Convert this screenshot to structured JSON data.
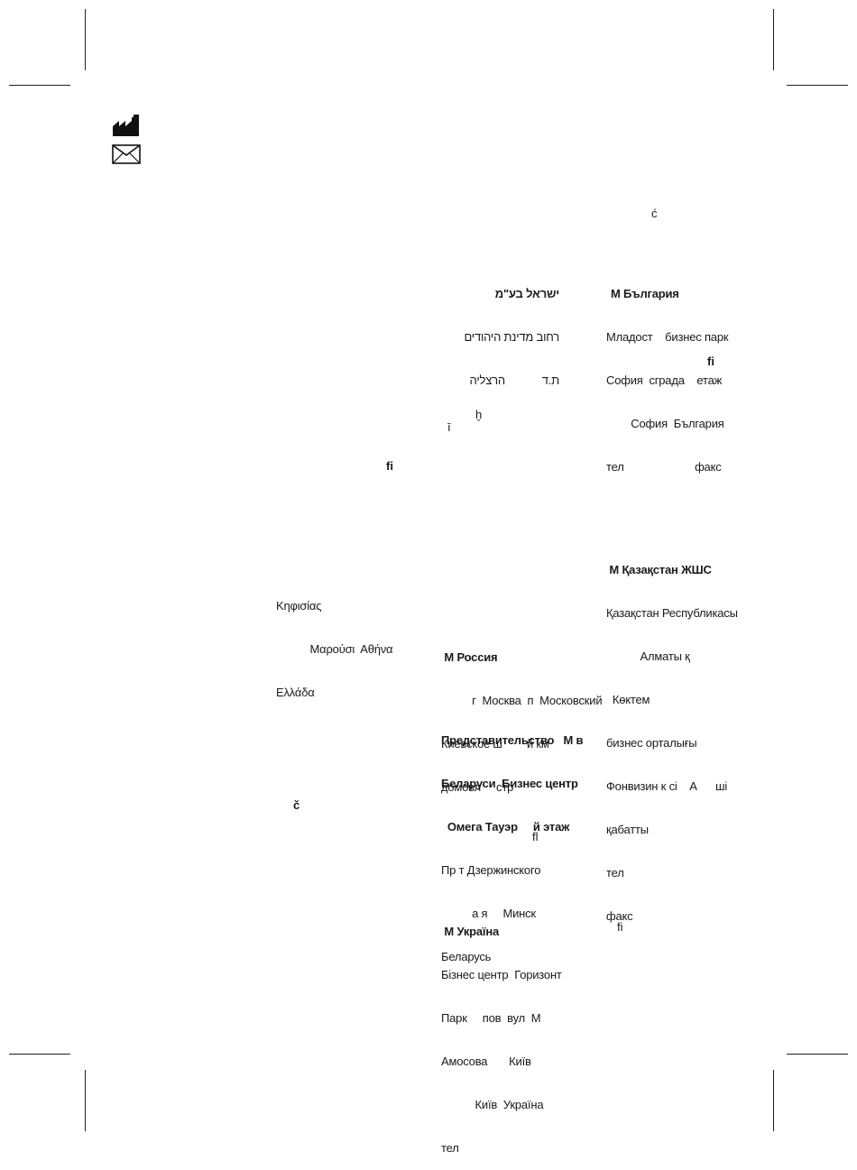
{
  "icons": {
    "manufacturer": "manufacturer-icon",
    "envelope": "envelope-icon"
  },
  "stray_glyphs": {
    "g1": "ć",
    "g2": "fi",
    "g3": "ḫ",
    "g4": "ī",
    "g5": "fi",
    "g6": "č",
    "g7": "fl",
    "g8": "fi"
  },
  "israel": {
    "title": "ישראל בע\"מ",
    "line1": "רחוב מדינת היהודים",
    "line2": "ת.ד            הרצליה"
  },
  "bulgaria": {
    "title": "M България",
    "line1": "Младост    бизнес парк",
    "line2": "София  сграда    етаж",
    "line3": "        София  България",
    "line4": "тел                       факс"
  },
  "greece": {
    "line1": "Κηφισίας",
    "line2": "           Μαρούσι  Αθήνα",
    "line3": "Ελλάδα"
  },
  "kazakhstan": {
    "title": " M Қазақстан ЖШС",
    "line1": "Қазақстан Республикасы",
    "line2": "           Алматы қ",
    "line3": "  Көктем",
    "line4": "бизнес орталығы",
    "line5": "Фонвизин к сі    А      ші",
    "line6": "қабатты",
    "line7": "тел",
    "line8": "факс"
  },
  "russia": {
    "title": " M Россия",
    "line1": "          г  Москва  п  Московский",
    "line2": "Киевское ш        й км",
    "line3": "домовл     стр"
  },
  "belarus": {
    "title1": "Представительство   M в",
    "title2": "Беларуси  Бизнес центр",
    "title3": "  Омега Тауэр     й этаж",
    "line1": "Пр т Дзержинского",
    "line2": "          а я     Минск",
    "line3": "Беларусь"
  },
  "ukraine": {
    "title": " M Україна",
    "line1": "Бізнес центр  Горизонт",
    "line2": "Парк     пов  вул  М",
    "line3": "Амосова       Київ",
    "line4": "           Київ  Україна",
    "line5": "тел"
  }
}
